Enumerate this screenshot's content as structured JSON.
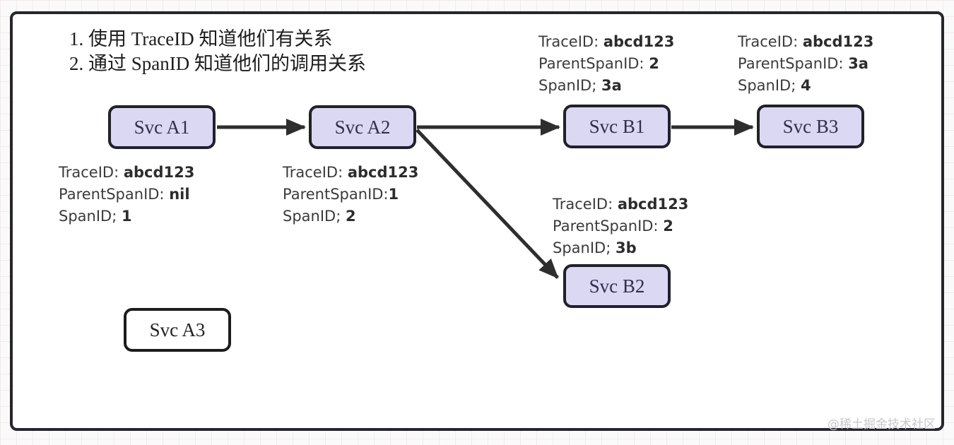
{
  "note": {
    "line1": "1. 使用 TraceID 知道他们有关系",
    "line2": "2. 通过 SpanID 知道他们的调用关系"
  },
  "nodes": {
    "a1": "Svc A1",
    "a2": "Svc A2",
    "b1": "Svc B1",
    "b3": "Svc B3",
    "b2": "Svc B2",
    "a3": "Svc A3"
  },
  "spans": {
    "a1": {
      "trace_key": "TraceID: ",
      "trace_val": "abcd123",
      "parent_key": "ParentSpanID: ",
      "parent_val": "nil",
      "span_key": "SpanID; ",
      "span_val": "1"
    },
    "a2": {
      "trace_key": "TraceID: ",
      "trace_val": "abcd123",
      "parent_key": "ParentSpanID:",
      "parent_val": "1",
      "span_key": "SpanID; ",
      "span_val": "2"
    },
    "b1": {
      "trace_key": "TraceID: ",
      "trace_val": "abcd123",
      "parent_key": "ParentSpanID: ",
      "parent_val": "2",
      "span_key": "SpanID; ",
      "span_val": "3a"
    },
    "b3": {
      "trace_key": "TraceID: ",
      "trace_val": "abcd123",
      "parent_key": "ParentSpanID: ",
      "parent_val": "3a",
      "span_key": "SpanID; ",
      "span_val": "4"
    },
    "b2": {
      "trace_key": "TraceID: ",
      "trace_val": "abcd123",
      "parent_key": "ParentSpanID: ",
      "parent_val": "2",
      "span_key": "SpanID; ",
      "span_val": "3b"
    }
  },
  "watermark": "@稀土掘金技术社区",
  "colors": {
    "node_fill": "#dad8f2",
    "node_border": "#21212b",
    "node_text": "#2f2f4e",
    "arrow": "#2e2e2e",
    "canvas_border": "#26262b",
    "watermark_text": "#c8c8c8"
  }
}
